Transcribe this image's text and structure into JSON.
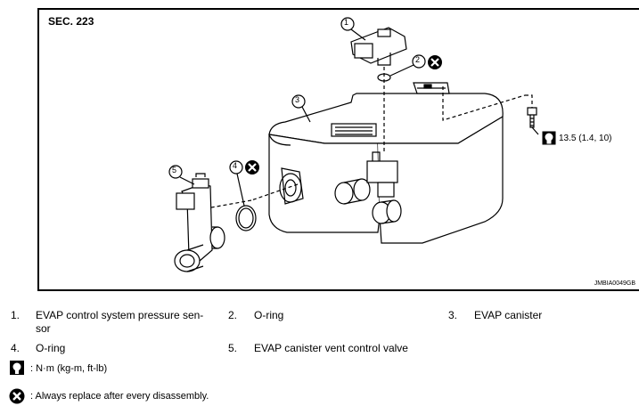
{
  "figure": {
    "section": "SEC. 223",
    "code": "JMBIA0049GB",
    "callouts": [
      "1",
      "2",
      "3",
      "4",
      "5"
    ],
    "torque": "13.5 (1.4, 10)"
  },
  "parts": [
    {
      "num": "1.",
      "name": "EVAP control system pressure sen-\nsor"
    },
    {
      "num": "2.",
      "name": "O-ring"
    },
    {
      "num": "3.",
      "name": "EVAP canister"
    },
    {
      "num": "4.",
      "name": "O-ring"
    },
    {
      "num": "5.",
      "name": "EVAP canister vent control valve"
    }
  ],
  "symbols": [
    {
      "icon": "torque-wrench-icon",
      "text": ": N·m (kg-m, ft-lb)"
    },
    {
      "icon": "always-replace-icon",
      "text": ": Always replace after every disassembly."
    }
  ]
}
